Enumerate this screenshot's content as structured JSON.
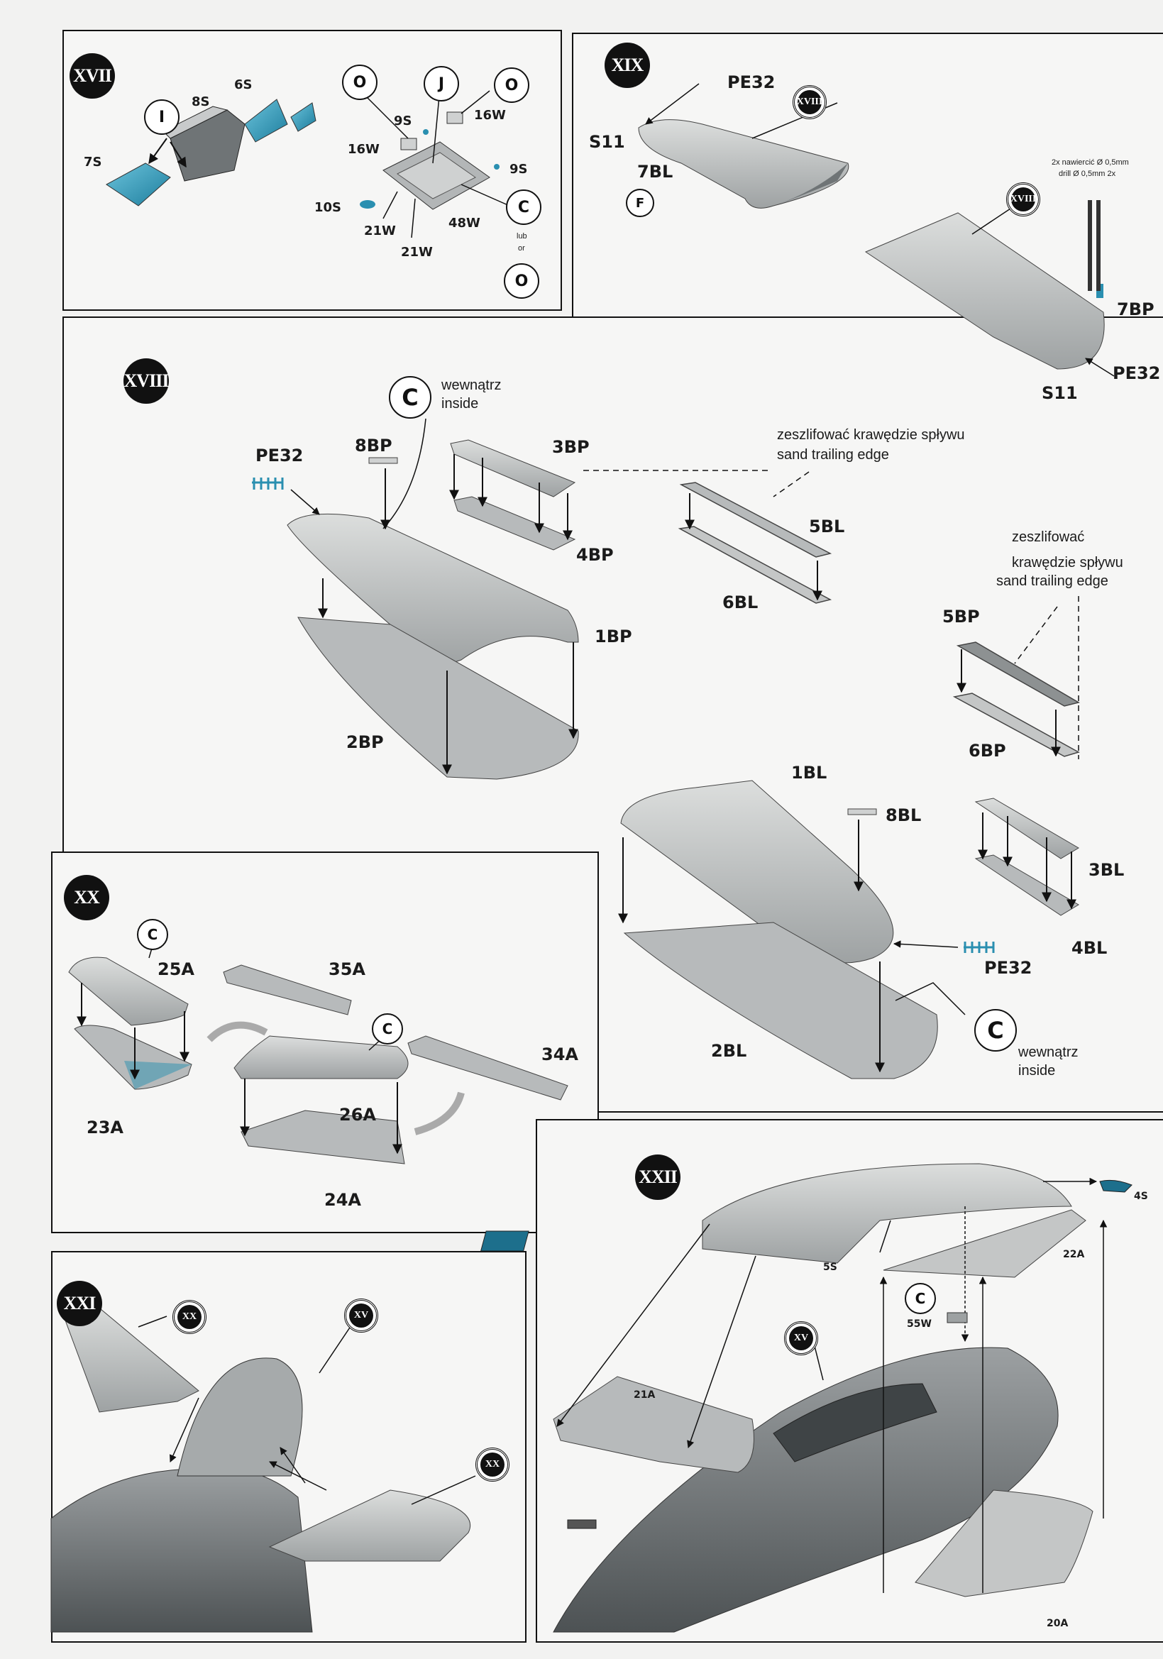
{
  "steps": {
    "xvii": "XVII",
    "xix": "XIX",
    "xviii": "XVIII",
    "xx": "XX",
    "xxi": "XXI",
    "xxii": "XXII"
  },
  "refs": {
    "xviii": "XVIII",
    "xx": "XX",
    "xv": "XV"
  },
  "circles": {
    "I": "I",
    "O": "O",
    "J": "J",
    "C": "C",
    "F": "F"
  },
  "parts": {
    "p6S": "6S",
    "p8S": "8S",
    "p7S": "7S",
    "p9S": "9S",
    "p16W": "16W",
    "p10S": "10S",
    "p21W": "21W",
    "p48W": "48W",
    "pPE32": "PE32",
    "pS11": "S11",
    "p7BL": "7BL",
    "p7BP": "7BP",
    "p8BP": "8BP",
    "p3BP": "3BP",
    "p4BP": "4BP",
    "p5BL": "5BL",
    "p6BL": "6BL",
    "p1BP": "1BP",
    "p2BP": "2BP",
    "p5BP": "5BP",
    "p6BP": "6BP",
    "p1BL": "1BL",
    "p8BL": "8BL",
    "p3BL": "3BL",
    "p4BL": "4BL",
    "p2BL": "2BL",
    "p25A": "25A",
    "p35A": "35A",
    "p34A": "34A",
    "p26A": "26A",
    "p23A": "23A",
    "p24A": "24A",
    "p4S": "4S",
    "p5S": "5S",
    "p22A": "22A",
    "p55W": "55W",
    "p21A": "21A",
    "p20A": "20A"
  },
  "notes": {
    "lub": "lub",
    "or": "or",
    "drill_pl": "2x nawiercić Ø 0,5mm",
    "drill_en": "drill Ø 0,5mm 2x",
    "inside_pl": "wewnątrz",
    "inside_en": "inside",
    "sand_pl": "zeszlifować krawędzie spływu",
    "sand_en": "sand trailing edge",
    "sand_pl_a": "zeszlifować",
    "sand_pl_b": "krawędzie spływu"
  },
  "colors": {
    "accent_blue": "#2a8fb0",
    "part_grey": "#b9bcbd",
    "part_light": "#d6d8d8",
    "part_dark": "#8d9192"
  }
}
